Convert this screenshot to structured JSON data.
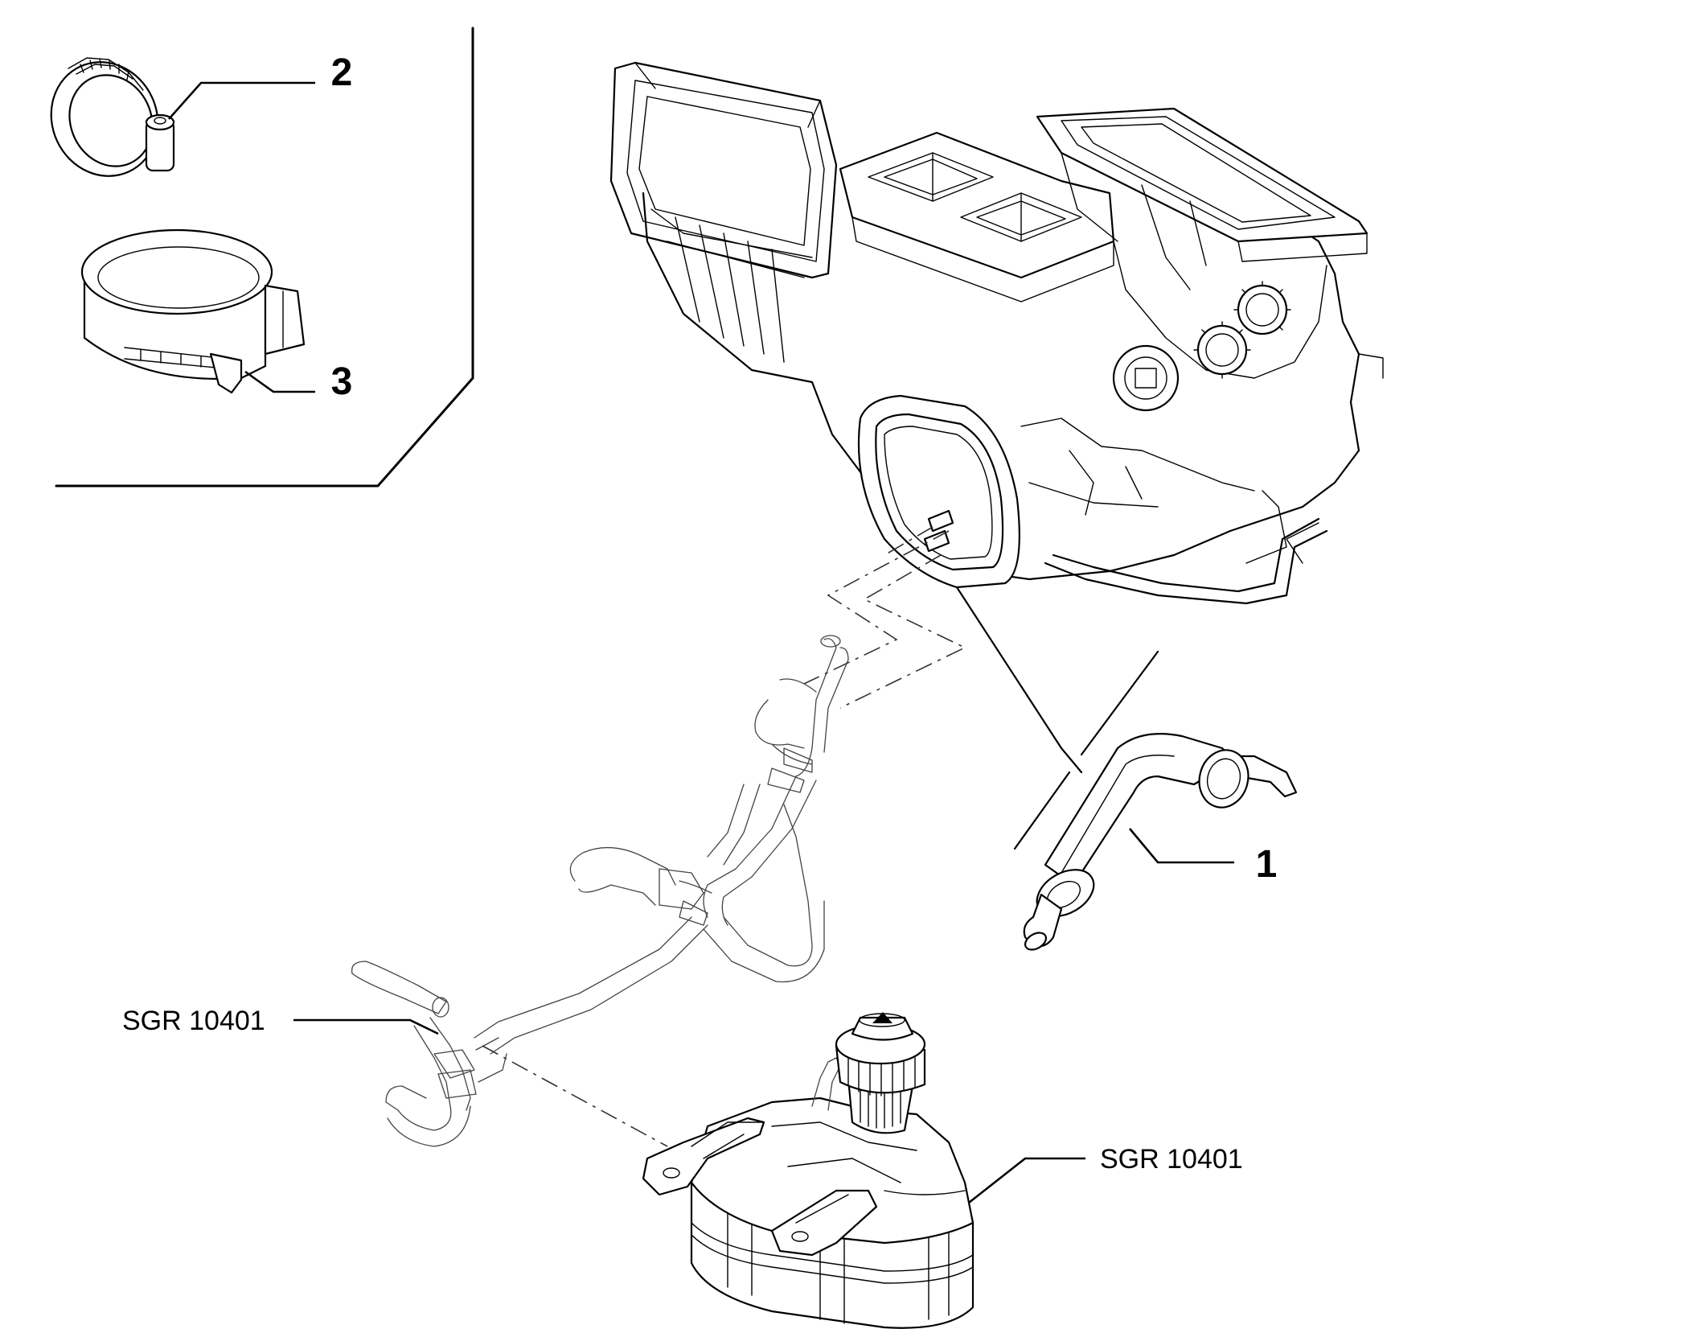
{
  "callouts": {
    "part_1": "1",
    "part_2": "2",
    "part_3": "3",
    "ref_hose": "SGR 10401",
    "ref_tank": "SGR 10401"
  }
}
